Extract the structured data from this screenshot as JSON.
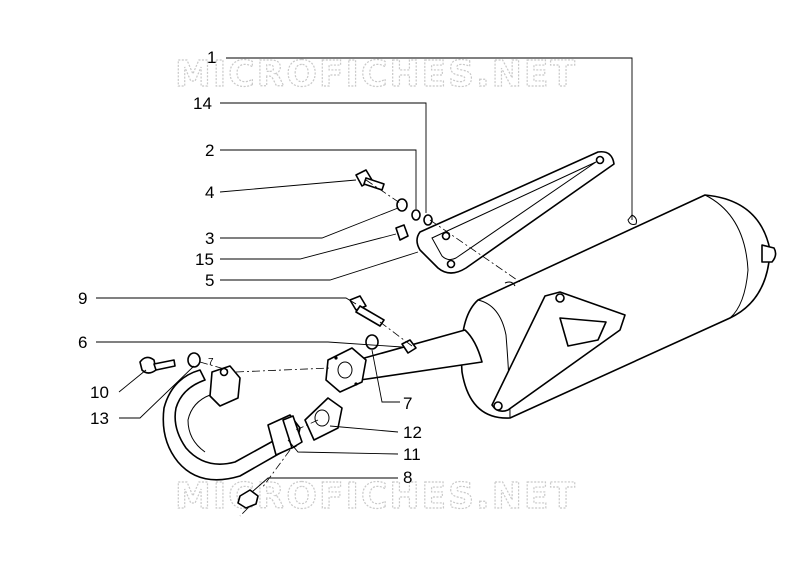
{
  "watermark": {
    "text_top": "MICROFICHES.NET",
    "text_bottom": "MICROFICHES.NET"
  },
  "callouts": {
    "c1": "1",
    "c14": "14",
    "c2": "2",
    "c4": "4",
    "c3": "3",
    "c15": "15",
    "c5": "5",
    "c9": "9",
    "c6": "6",
    "c10": "10",
    "c13": "13",
    "c7a": "7",
    "c7b": "7",
    "c12": "12",
    "c11": "11",
    "c8": "8"
  },
  "parts": [
    "muffler",
    "heat-shield-bracket",
    "exhaust-pipe",
    "flange-gasket",
    "bolts",
    "washers",
    "nuts"
  ]
}
